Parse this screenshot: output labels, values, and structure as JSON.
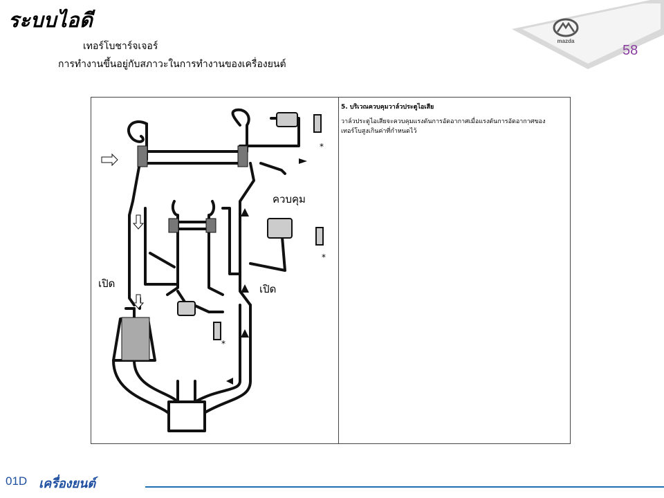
{
  "header": {
    "title": "ระบบไอดี",
    "subtitle1": "เทอร์โบชาร์จเจอร์",
    "subtitle2": "การทำงานขึ้นอยู่กับสภาวะในการทำงานของเครื่องยนต์",
    "page_number": "58",
    "logo_text": "mazda"
  },
  "diagram": {
    "label_control": "ควบคุม",
    "label_open_left": "เปิด",
    "label_open_right": "เปิด",
    "asterisk": "*"
  },
  "notes": {
    "heading": "5. บริเวณควบคุมวาล์วประตูไอเสีย",
    "body": "วาล์วประตูไอเสียจะควบคุมแรงดันการอัดอากาศเมื่อแรงดันการอัดอากาศของเทอร์โบสูงเกินค่าที่กำหนดไว้"
  },
  "footer": {
    "code": "01D",
    "title": "เครื่องยนต์"
  },
  "colors": {
    "accent_purple": "#8a3ba0",
    "footer_blue": "#1f4fa0",
    "footer_line": "#1f6fb5"
  }
}
